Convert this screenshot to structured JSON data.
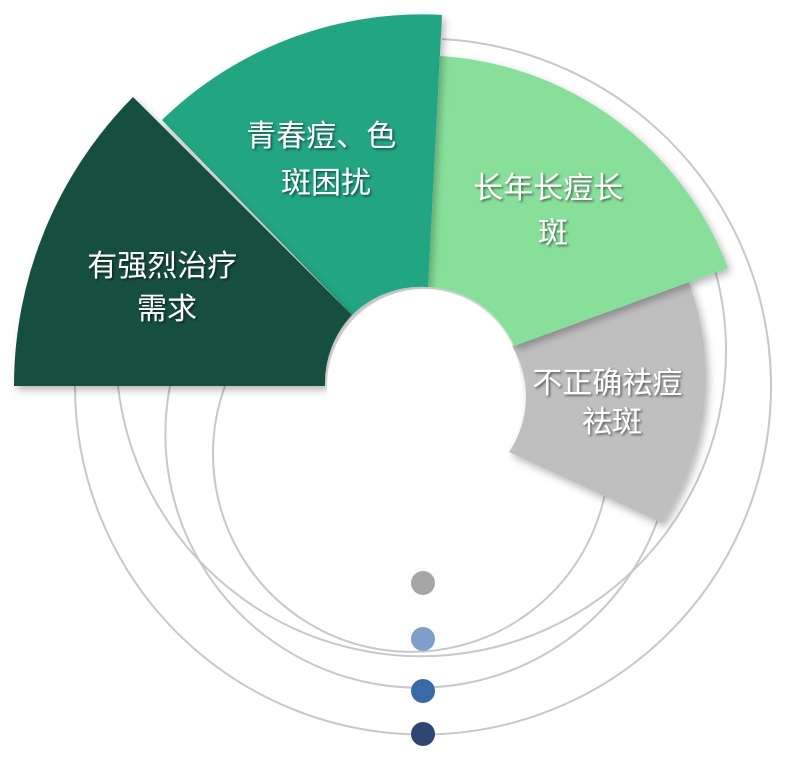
{
  "segments": [
    {
      "id": "s1",
      "lines": [
        "有强烈治疗",
        "需求"
      ],
      "color": "#145040"
    },
    {
      "id": "s2",
      "lines": [
        "青春痘、色",
        "斑困扰"
      ],
      "color": "#20a583"
    },
    {
      "id": "s3",
      "lines": [
        "长年长痘长",
        "斑"
      ],
      "color": "#88df9a"
    },
    {
      "id": "s4",
      "lines": [
        "不正确祛痘",
        "祛斑"
      ],
      "color": "#bfbfbf"
    }
  ],
  "ring_dot_colors": [
    "#a6a6a6",
    "#7f9fcb",
    "#3a6aa6",
    "#2e4670"
  ],
  "ring_color": "#c8c8c8",
  "center_color": "#ffffff"
}
